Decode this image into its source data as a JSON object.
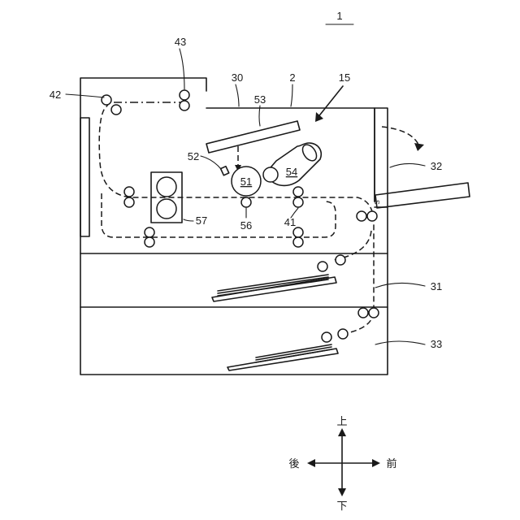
{
  "figure": {
    "ref_main": "1",
    "labels": {
      "l43": "43",
      "l42": "42",
      "l30": "30",
      "l2": "2",
      "l15": "15",
      "l53": "53",
      "l52": "52",
      "l51": "51",
      "l54": "54",
      "l32": "32",
      "l57": "57",
      "l56": "56",
      "l41": "41",
      "l31": "31",
      "l33": "33",
      "mark_s": "S"
    },
    "directions": {
      "up": "上",
      "down": "下",
      "back": "後",
      "front": "前"
    }
  }
}
